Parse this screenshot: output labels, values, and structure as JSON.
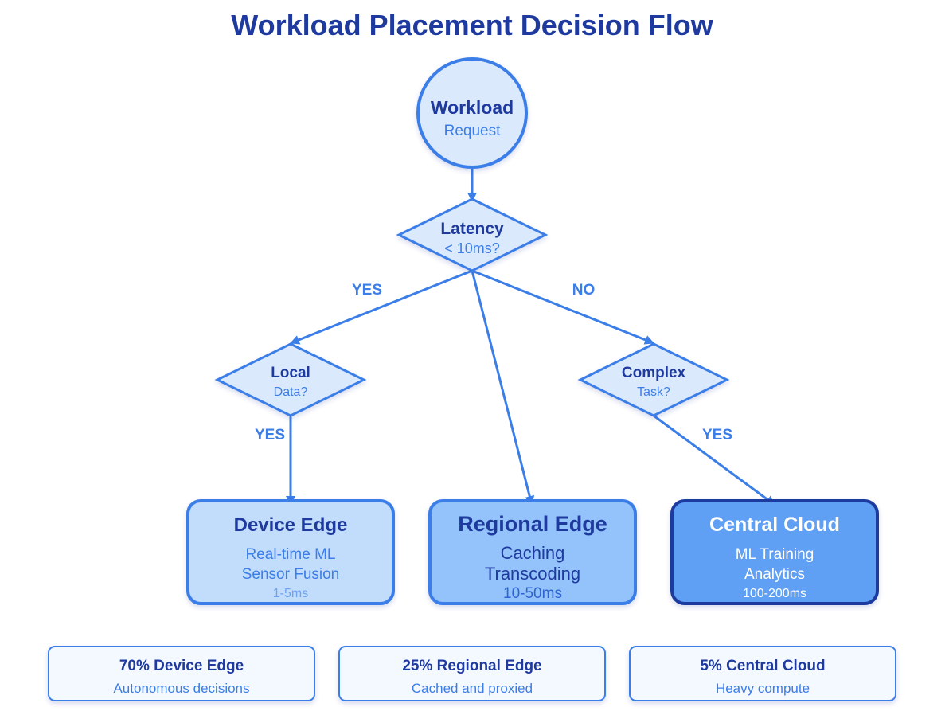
{
  "title": "Workload Placement Decision Flow",
  "colors": {
    "primary": "#3b7ee8",
    "dark": "#1e3a9e",
    "decision_fill": "#dbe9fc",
    "device_fill": "#c2dcfc",
    "regional_fill": "#93c3fa",
    "cloud_fill": "#5e9ff4",
    "cloud_border": "#1e3a9e"
  },
  "start": {
    "line1": "Workload",
    "line2": "Request"
  },
  "decisions": {
    "latency": {
      "line1": "Latency",
      "line2": "< 10ms?"
    },
    "local": {
      "line1": "Local",
      "line2": "Data?"
    },
    "complex": {
      "line1": "Complex",
      "line2": "Task?"
    }
  },
  "edge_labels": {
    "latency_yes": "YES",
    "latency_no": "NO",
    "local_yes": "YES",
    "complex_yes": "YES"
  },
  "targets": {
    "device": {
      "title": "Device Edge",
      "line1": "Real-time ML",
      "line2": "Sensor Fusion",
      "latency": "1-5ms"
    },
    "regional": {
      "title": "Regional Edge",
      "line1": "Caching",
      "line2": "Transcoding",
      "latency": "10-50ms"
    },
    "cloud": {
      "title": "Central Cloud",
      "line1": "ML Training",
      "line2": "Analytics",
      "latency": "100-200ms"
    }
  },
  "summary": [
    {
      "title": "70% Device Edge",
      "subtitle": "Autonomous decisions"
    },
    {
      "title": "25% Regional Edge",
      "subtitle": "Cached and proxied"
    },
    {
      "title": "5% Central Cloud",
      "subtitle": "Heavy compute"
    }
  ]
}
